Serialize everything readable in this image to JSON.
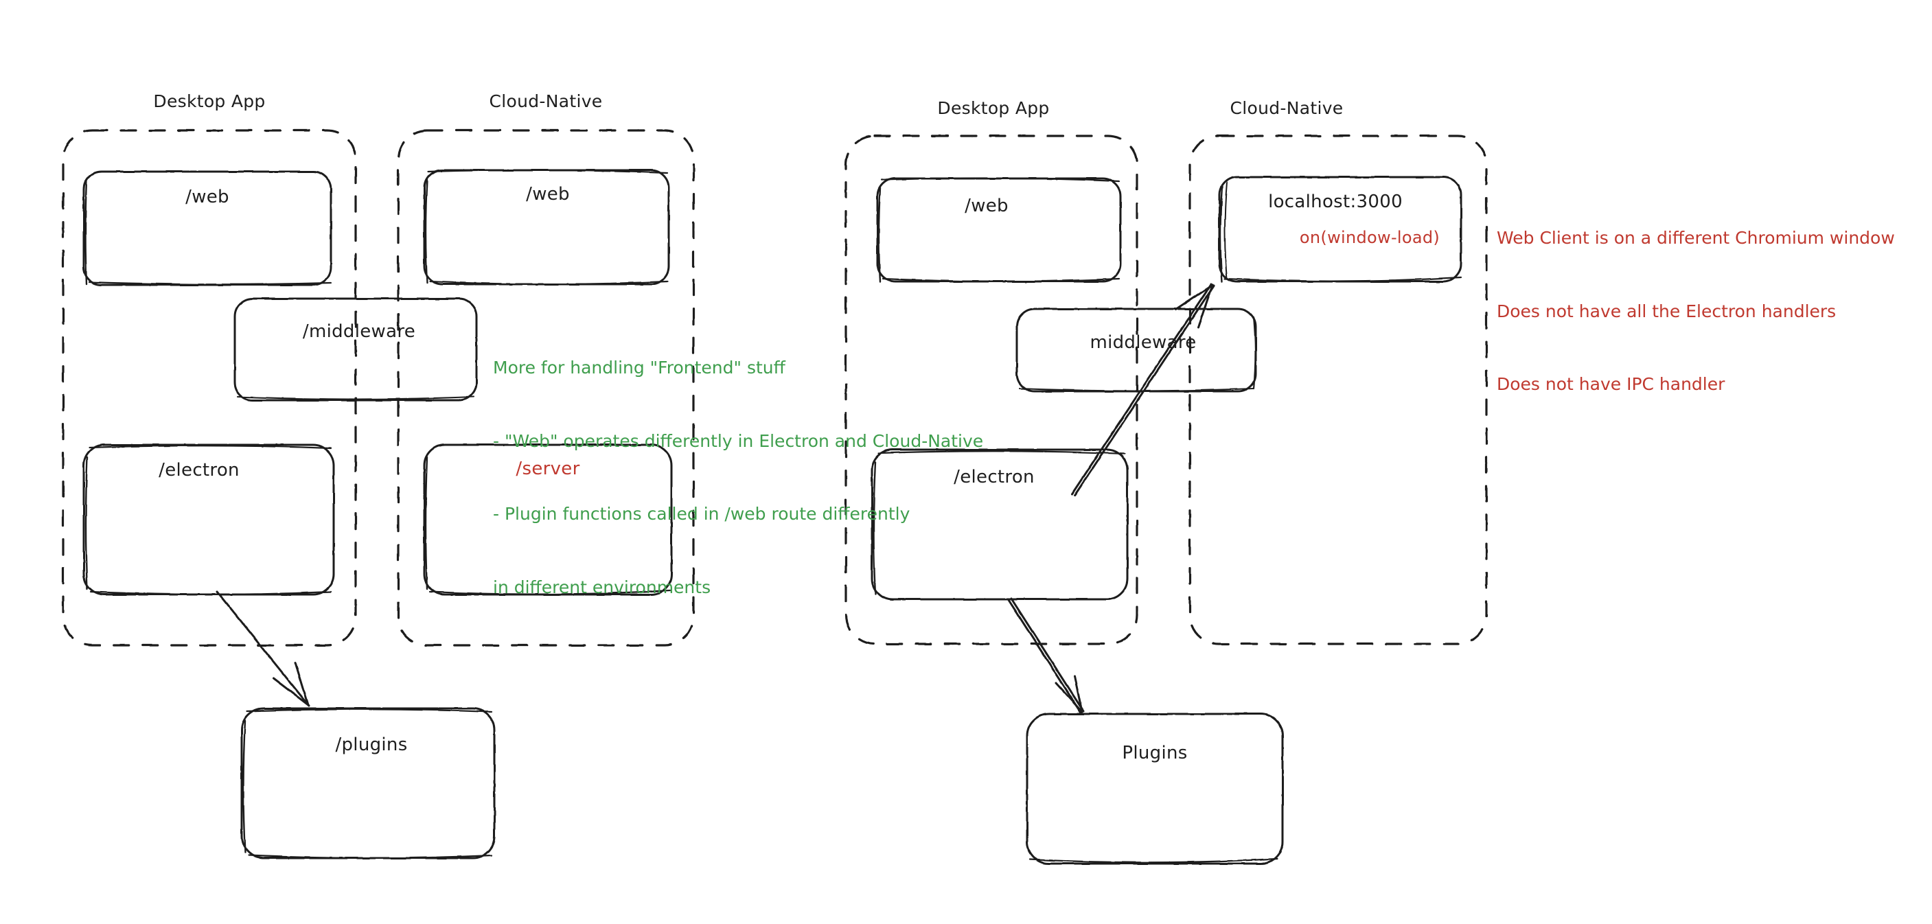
{
  "diagram": {
    "type": "hand-drawn architecture diagram",
    "background": "#ffffff",
    "colors": {
      "stroke": "#1e1e1e",
      "green_note": "#3f9e4d",
      "red_note": "#c0392f"
    },
    "panels": [
      {
        "id": "left-desktop",
        "title": "Desktop App",
        "boxes": [
          {
            "id": "l-web",
            "label": "/web",
            "color": "black"
          },
          {
            "id": "l-middleware",
            "label": "/middleware",
            "color": "black"
          },
          {
            "id": "l-electron",
            "label": "/electron",
            "color": "black"
          }
        ]
      },
      {
        "id": "left-cloud",
        "title": "Cloud-Native",
        "boxes": [
          {
            "id": "l-web2",
            "label": "/web",
            "color": "black"
          },
          {
            "id": "l-server",
            "label": "/server",
            "color": "red"
          }
        ]
      },
      {
        "id": "right-desktop",
        "title": "Desktop App",
        "boxes": [
          {
            "id": "r-web",
            "label": "/web",
            "color": "black"
          },
          {
            "id": "r-middleware",
            "label": "middleware",
            "color": "black"
          },
          {
            "id": "r-electron",
            "label": "/electron",
            "color": "black"
          }
        ]
      },
      {
        "id": "right-cloud",
        "title": "Cloud-Native",
        "boxes": [
          {
            "id": "r-localhost",
            "label": "localhost:3000",
            "sublabel": "on(window-load)",
            "color": "black",
            "sublabel_color": "red"
          }
        ]
      }
    ],
    "standalone_boxes": [
      {
        "id": "l-plugins",
        "label": "/plugins"
      },
      {
        "id": "r-plugins",
        "label": "Plugins"
      }
    ],
    "notes": {
      "green": {
        "color": "#3f9e4d",
        "lines": [
          "More for handling \"Frontend\" stuff",
          "- \"Web\" operates differently in Electron and Cloud-Native",
          "- Plugin functions called in /web route differently",
          "in different environments"
        ]
      },
      "red": {
        "color": "#c0392f",
        "lines": [
          "Web Client is on a different Chromium window",
          "Does not have all the Electron handlers",
          "Does not have IPC handler"
        ]
      }
    },
    "arrows": [
      {
        "id": "arrow-left-electron-to-plugins",
        "from": "l-electron",
        "to": "l-plugins"
      },
      {
        "id": "arrow-right-electron-to-plugins",
        "from": "r-electron",
        "to": "r-plugins"
      },
      {
        "id": "arrow-right-electron-to-localhost",
        "from": "r-electron",
        "to": "r-localhost"
      }
    ]
  }
}
